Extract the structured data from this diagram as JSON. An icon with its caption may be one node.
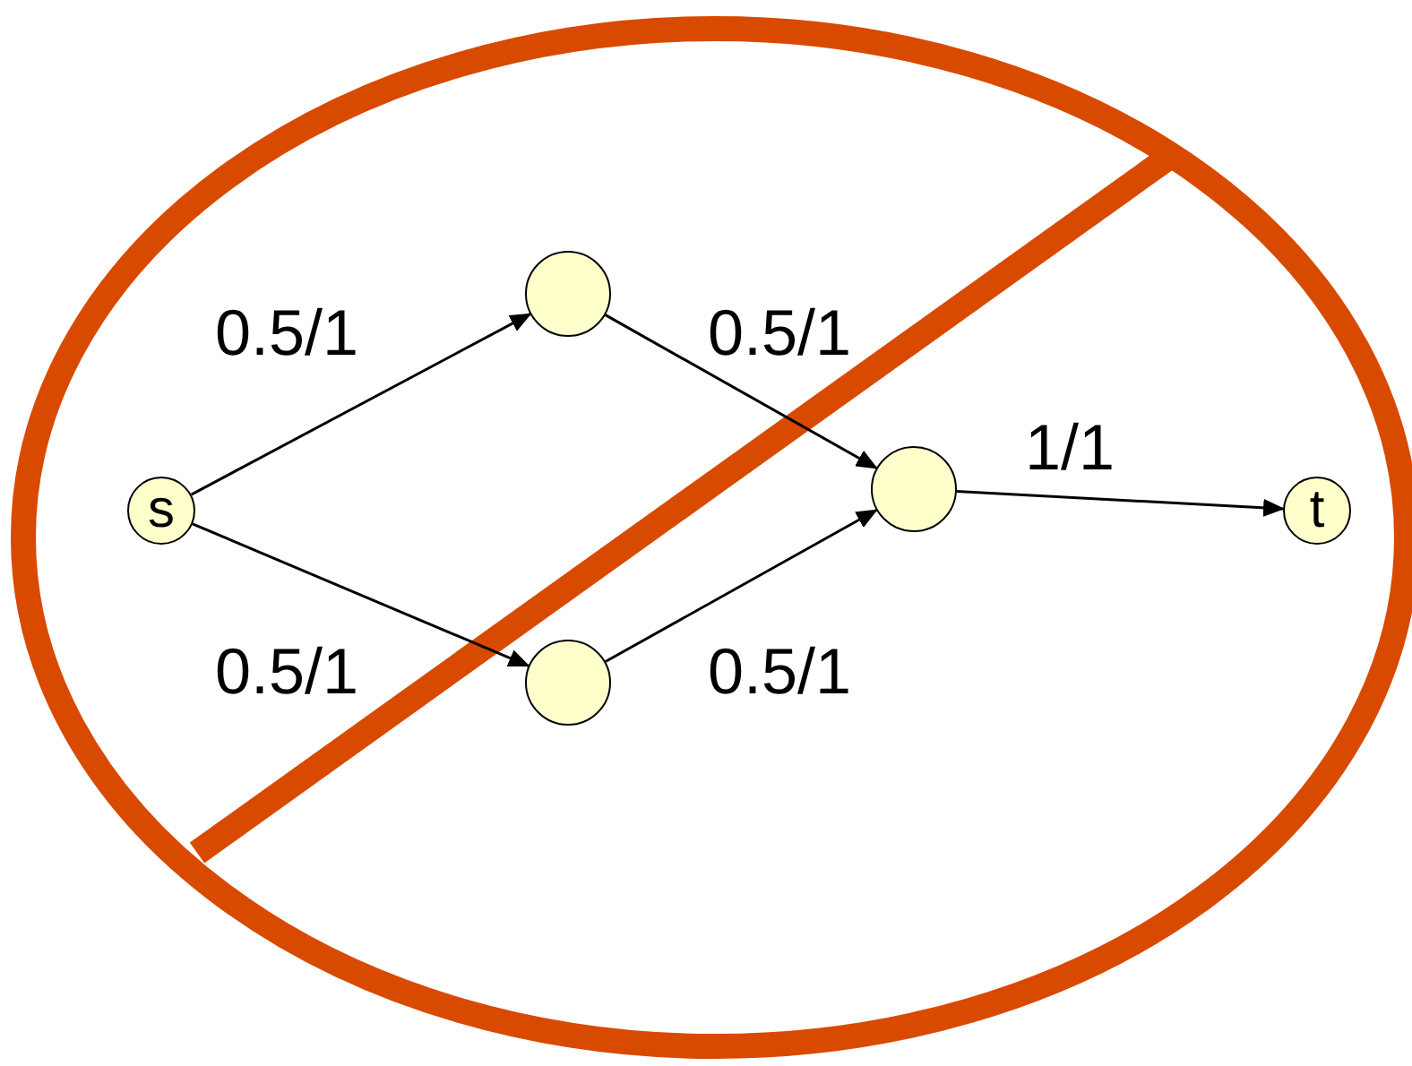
{
  "diagram": {
    "nodes": [
      {
        "text": [
          "s"
        ]
      },
      {
        "text": [],
        "shape": "circle"
      },
      {
        "text": [],
        "shape": "circle"
      },
      {
        "text": [],
        "shape": "circle"
      },
      {
        "text": [
          "t"
        ]
      }
    ],
    "edges": [
      {
        "from": 0,
        "to": 1,
        "arrow": "to",
        "label": "0.5/1"
      },
      {
        "from": 1,
        "to": 2,
        "arrow": "to",
        "label": "0.5/1"
      },
      {
        "from": 0,
        "to": 3,
        "arrow": "to",
        "label": "0.5/1"
      },
      {
        "from": 3,
        "to": 2,
        "arrow": "to",
        "label": "0.5/1"
      },
      {
        "from": 2,
        "to": 4,
        "arrow": "to",
        "label": "1/1"
      }
    ]
  }
}
